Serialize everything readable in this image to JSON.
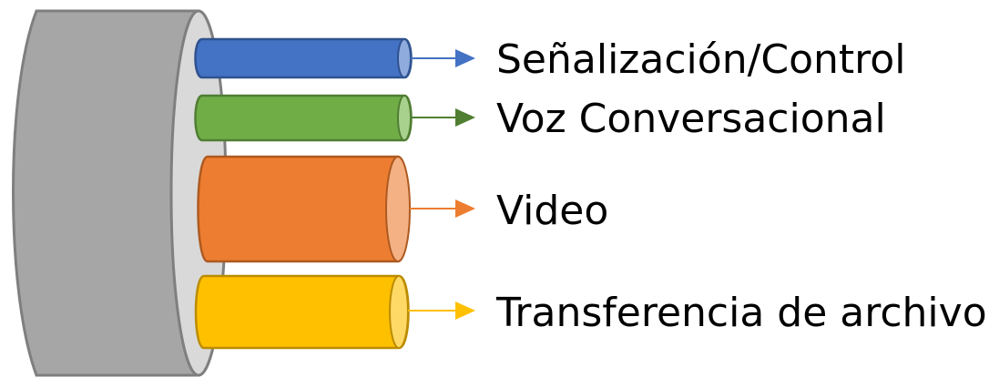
{
  "diagram": {
    "channels": [
      {
        "label": "Señalización/Control",
        "fill": "#4472C4",
        "stroke": "#2F528F",
        "cap_fill": "#8FAADC"
      },
      {
        "label": "Voz Conversacional",
        "fill": "#70AD47",
        "stroke": "#507E32",
        "cap_fill": "#A9D18E"
      },
      {
        "label": "Video",
        "fill": "#ED7D31",
        "stroke": "#AE5A21",
        "cap_fill": "#F4B183"
      },
      {
        "label": "Transferencia de archivos",
        "fill": "#FFC000",
        "stroke": "#BC8C00",
        "cap_fill": "#FFD966"
      }
    ],
    "cable": {
      "body_fill": "#A6A6A6",
      "face_fill": "#D9D9D9",
      "stroke": "#7F7F7F"
    }
  }
}
